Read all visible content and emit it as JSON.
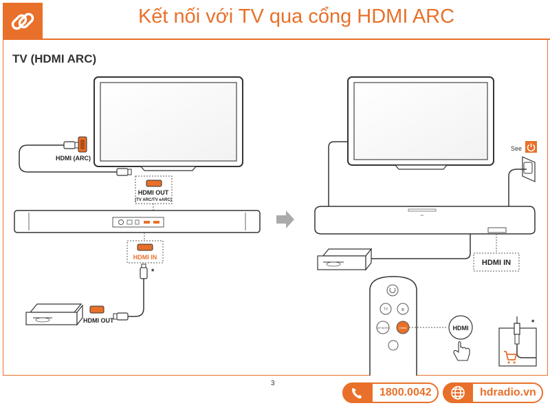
{
  "header": {
    "title": "Kết nối với TV qua cổng HDMI ARC",
    "icon": "link-icon",
    "accent": "#e8702a"
  },
  "section": {
    "title": "TV (HDMI ARC)"
  },
  "left_diagram": {
    "tv_port_label": "HDMI (ARC)",
    "soundbar_out_label": "HDMI OUT",
    "soundbar_out_sub": "(TV ARC/TV eARC)",
    "soundbar_in_label": "HDMI IN",
    "asterisk": "*",
    "player_out_label": "HDMI OUT"
  },
  "right_diagram": {
    "see_label": "See",
    "power_icon": "power-icon",
    "hdmi_in_label": "HDMI IN",
    "remote_tv_label": "TV",
    "remote_bt_label": "ʙ",
    "remote_hdmi_label": "HDMI",
    "remote_other_label": "NETWORK",
    "callout_label": "HDMI",
    "asterisk": "*"
  },
  "page_number": "3",
  "footer": {
    "phone": "1800.0042",
    "website": "hdradio.vn",
    "phone_icon": "phone-icon",
    "web_icon": "globe-icon"
  }
}
